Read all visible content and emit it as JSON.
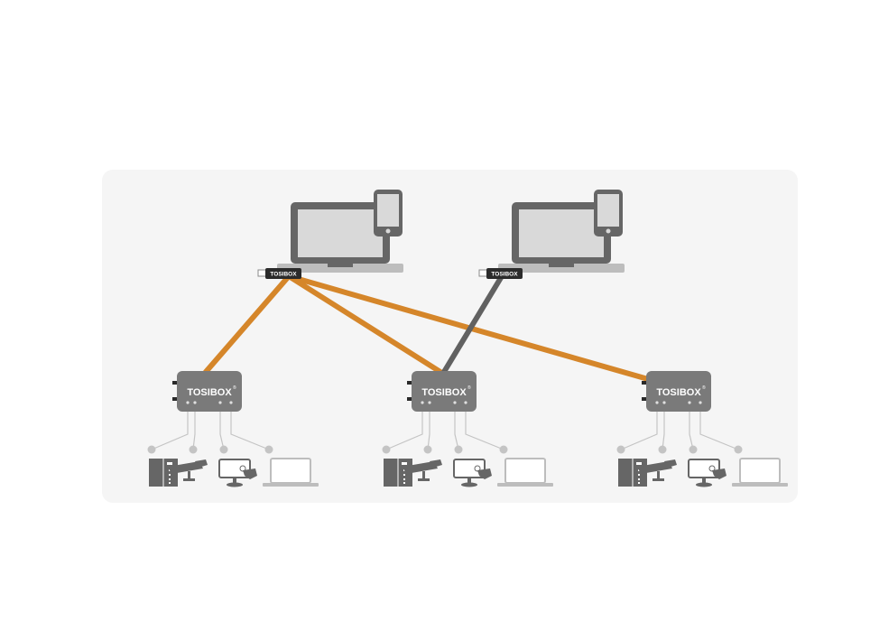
{
  "brand": {
    "node_label": "TOSIBOX",
    "key_label": "TOSIBOX",
    "trademark": "®"
  },
  "colors": {
    "panel": "#f5f5f5",
    "device_dark": "#666666",
    "device_screen": "#d9d9d9",
    "device_light": "#bdbdbd",
    "node_body": "#7a7a7a",
    "key_body": "#2b2b2b",
    "connection_active": "#d5862a",
    "connection_secondary": "#616161",
    "port_line": "#c4c4c4"
  },
  "clients": [
    {
      "id": "client-1",
      "devices": [
        "laptop-icon",
        "smartphone-icon",
        "usb-key-icon"
      ]
    },
    {
      "id": "client-2",
      "devices": [
        "laptop-icon",
        "smartphone-icon",
        "usb-key-icon"
      ]
    }
  ],
  "nodes": [
    {
      "id": "node-1",
      "endpoints": [
        "plc-cabinet-icon",
        "security-camera-icon",
        "touch-monitor-icon",
        "laptop-icon"
      ]
    },
    {
      "id": "node-2",
      "endpoints": [
        "plc-cabinet-icon",
        "security-camera-icon",
        "touch-monitor-icon",
        "laptop-icon"
      ]
    },
    {
      "id": "node-3",
      "endpoints": [
        "plc-cabinet-icon",
        "security-camera-icon",
        "touch-monitor-icon",
        "laptop-icon"
      ]
    }
  ],
  "connections": [
    {
      "from": "client-1",
      "to": "node-1",
      "style": "active"
    },
    {
      "from": "client-1",
      "to": "node-2",
      "style": "active"
    },
    {
      "from": "client-1",
      "to": "node-3",
      "style": "active"
    },
    {
      "from": "client-2",
      "to": "node-2",
      "style": "secondary"
    }
  ]
}
